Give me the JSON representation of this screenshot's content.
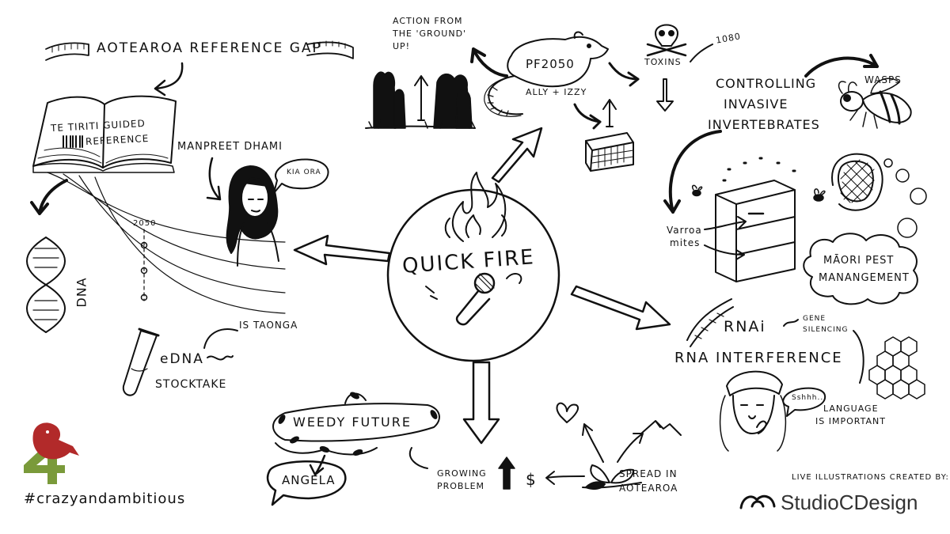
{
  "center": {
    "title": "QUICK FIRE"
  },
  "reference": {
    "title": "AOTEAROA REFERENCE GAP",
    "book_line1": "TE TIRITI GUIDED",
    "book_line2": "REFERENCE",
    "dna": "DNA",
    "year": "2050"
  },
  "speaker": {
    "name": "MANPREET DHAMI",
    "greeting": "KIA ORA"
  },
  "edna": {
    "label": "eDNA",
    "note": "IS TAONGA",
    "stocktake": "STOCKTAKE"
  },
  "action": {
    "line1": "ACTION FROM",
    "line2": "THE 'GROUND'",
    "line3": "UP!"
  },
  "pf2050": {
    "label": "PF2050",
    "names": "ALLY + IZZY"
  },
  "toxins": {
    "label": "TOXINS",
    "code": "1080"
  },
  "invertebrates": {
    "line1": "CONTROLLING",
    "line2": "INVASIVE",
    "line3": "INVERTEBRATES",
    "wasps": "WASPS",
    "varroa1": "Varroa",
    "varroa2": "mites",
    "maori1": "MĀORI PEST",
    "maori2": "MANANGEMENT"
  },
  "rnai": {
    "short": "RNAi",
    "gene1": "GENE",
    "gene2": "SILENCING",
    "full": "RNA INTERFERENCE",
    "lang1": "LANGUAGE",
    "lang2": "IS IMPORTANT",
    "whisper": "Sshhh..."
  },
  "weedy": {
    "title": "WEEDY FUTURE",
    "name": "ANGELA",
    "growing1": "GROWING",
    "growing2": "PROBLEM",
    "dollar": "$",
    "spread1": "SPREAD IN",
    "spread2": "AOTEAROA"
  },
  "footer": {
    "hashtag": "#crazyandambitious",
    "credit": "LIVE ILLUSTRATIONS CREATED BY:",
    "brand": "StudioCDesign"
  },
  "colors": {
    "ink": "#111111",
    "logo_green": "#7a9a3a",
    "logo_red": "#b22a2a",
    "brand_grey": "#333333"
  },
  "icons": [
    "fire-icon",
    "microphone-icon",
    "book-icon",
    "barcode-icon",
    "dna-icon",
    "test-tube-icon",
    "rat-icon",
    "skull-icon",
    "trap-icon",
    "wasp-icon",
    "beehive-icon",
    "beekeeper-helmet-icon",
    "hexagon-icon",
    "heart-icon",
    "mountain-icon",
    "sprout-icon",
    "trees-icon",
    "bird-logo-icon"
  ]
}
